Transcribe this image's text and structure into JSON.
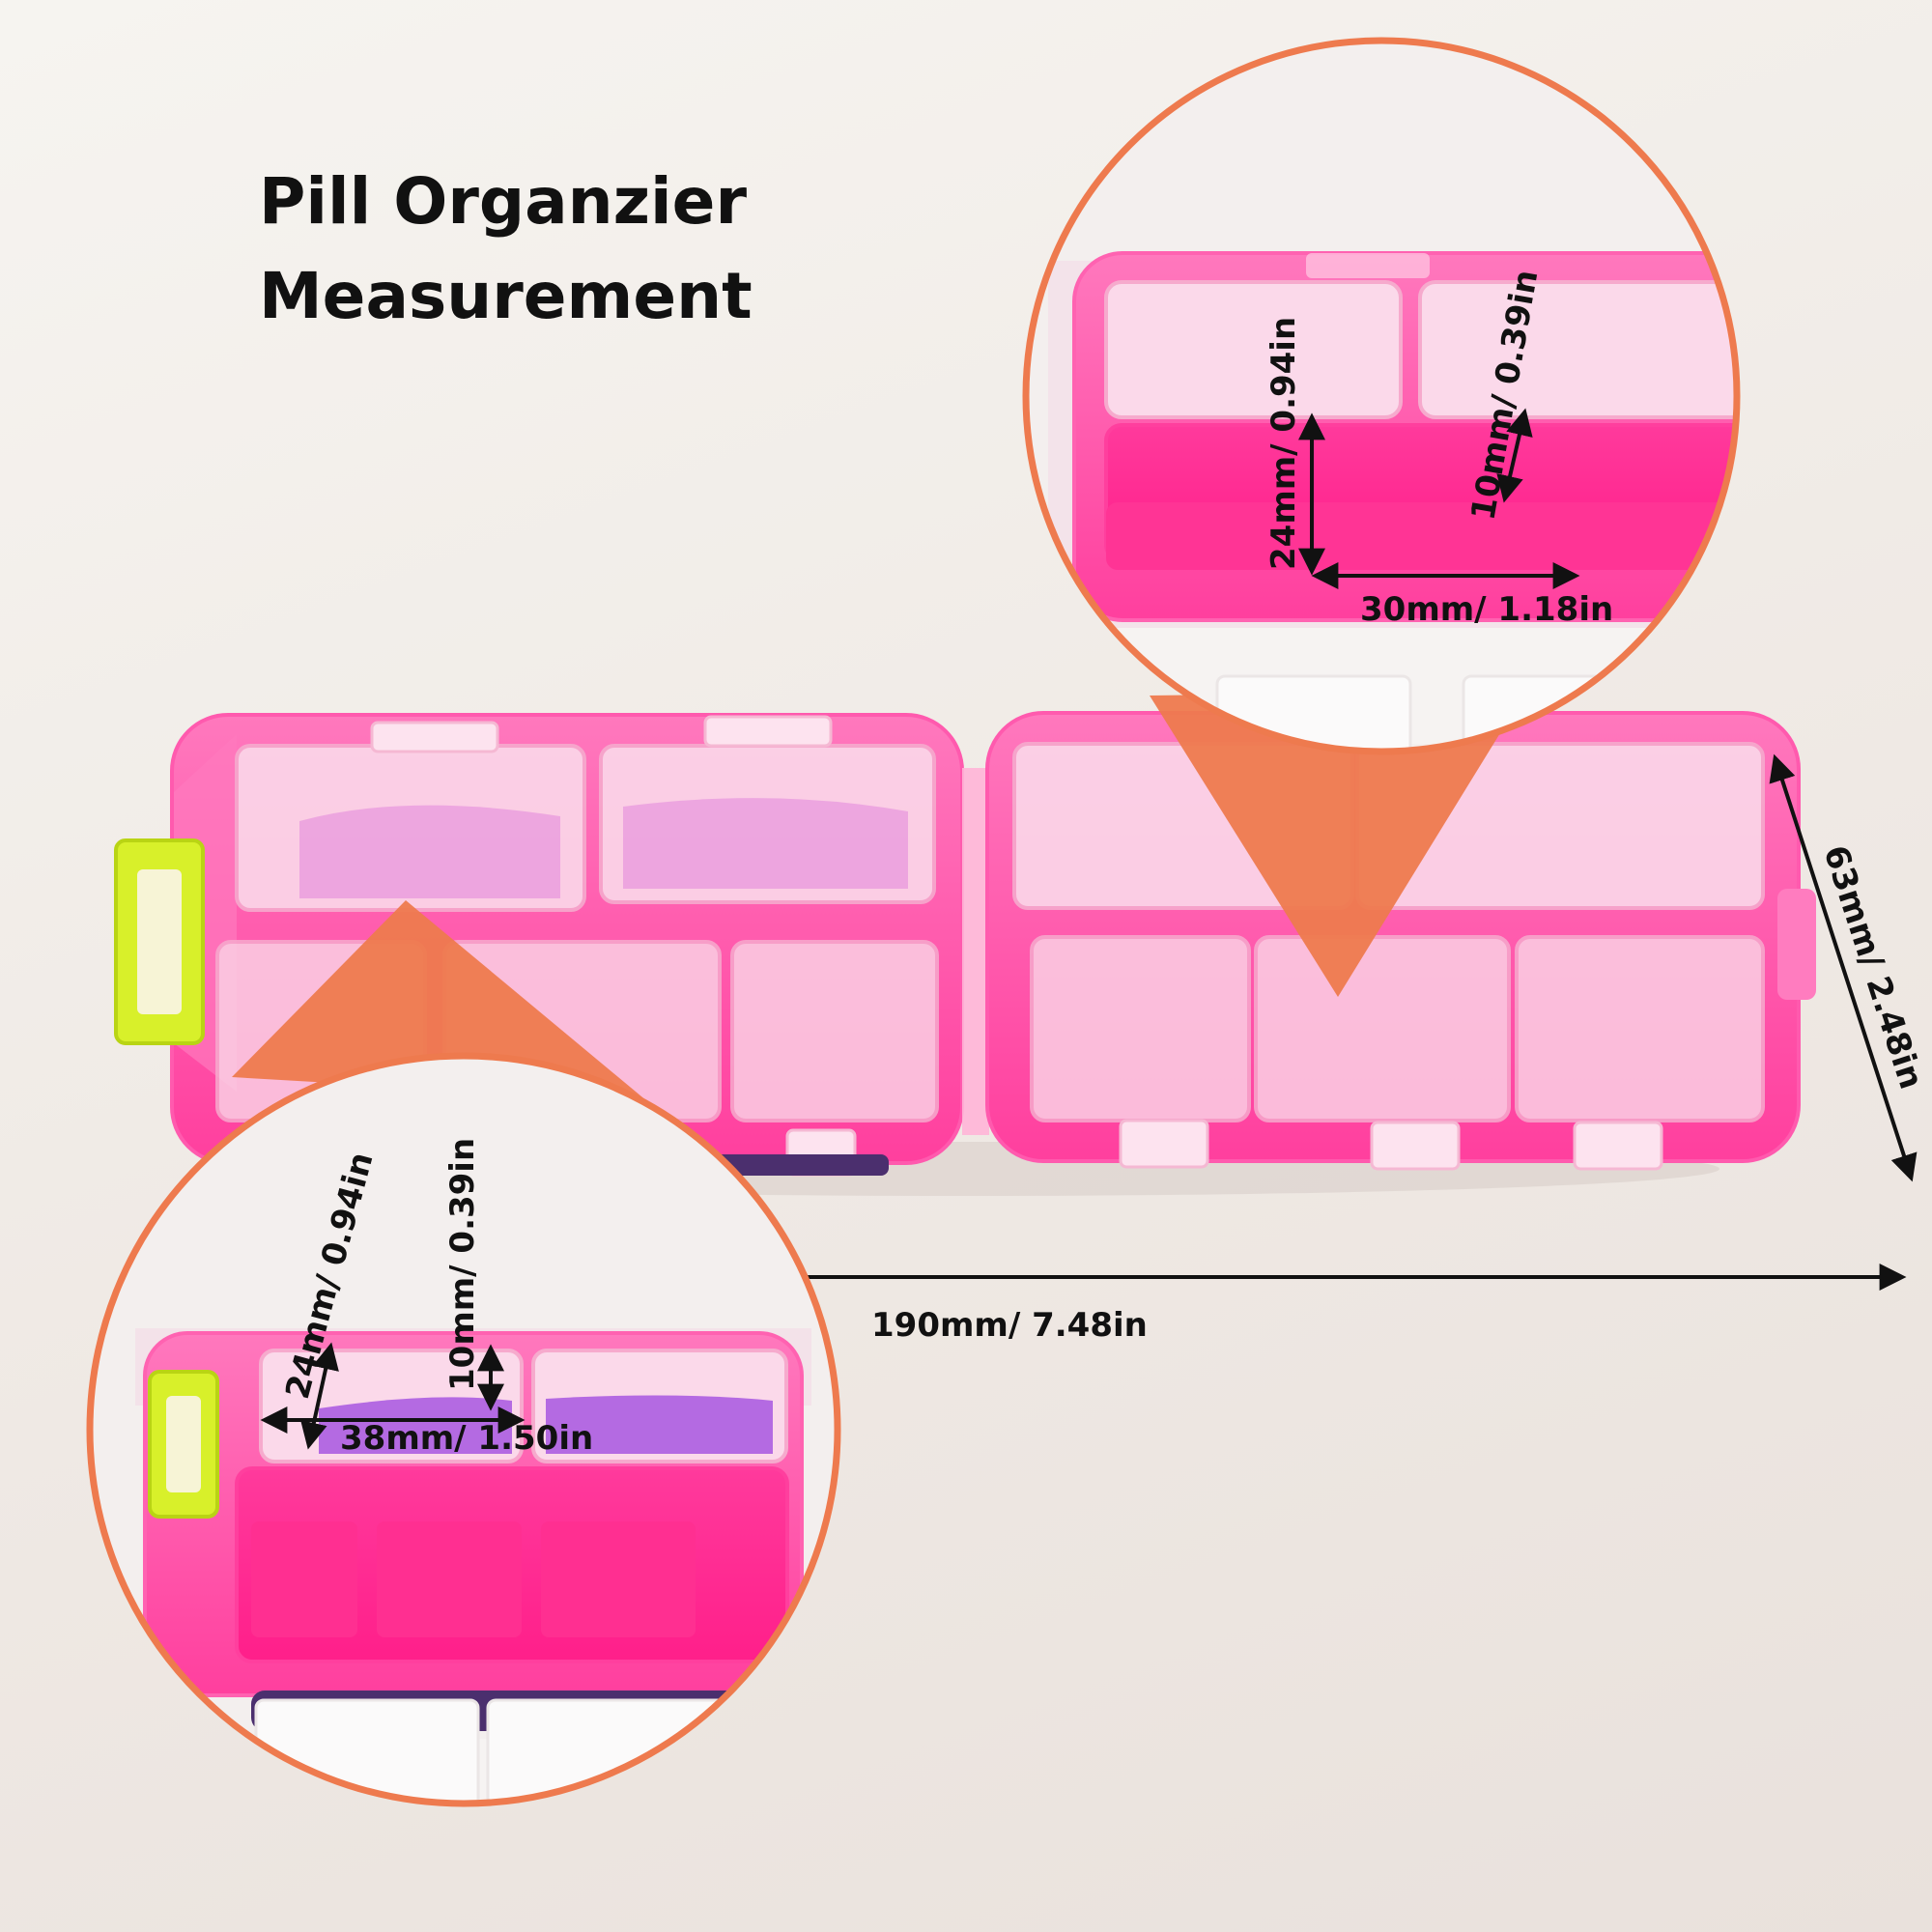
{
  "title": {
    "line1": "Pill Organzier",
    "line2": "Measurement"
  },
  "dimensions": {
    "length": "190mm/ 7.48in",
    "width": "63mm/ 2.48in"
  },
  "zoom_top": {
    "height": "24mm/ 0.94in",
    "depth": "10mm/ 0.39in",
    "length": "30mm/ 1.18in"
  },
  "zoom_bottom": {
    "height": "24mm/ 0.94in",
    "depth": "10mm/ 0.39in",
    "length": "38mm/ 1.50in"
  },
  "colors": {
    "accent_ring": "#ee7a4e",
    "case_pink": "#ff3f9e",
    "latch_green": "#d8f02a"
  }
}
